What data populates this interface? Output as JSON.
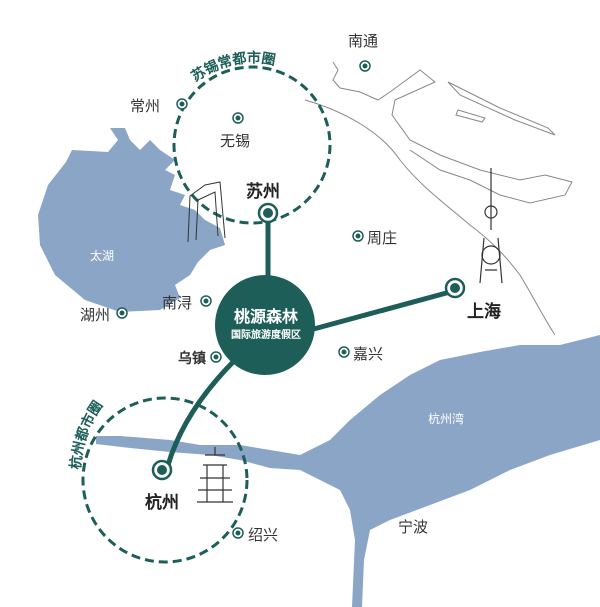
{
  "colors": {
    "teal": "#1d5e58",
    "water": "#8ba5c6",
    "outline": "#888888"
  },
  "center": {
    "title": "桃源森林",
    "subtitle": "国际旅游度假区"
  },
  "regions": {
    "suxichang": "苏锡常都市圈",
    "hangzhou_area": "杭州都市圈"
  },
  "water": {
    "taihu": "太湖",
    "hangzhou_bay": "杭州湾"
  },
  "cities": {
    "nantong": "南通",
    "changzhou": "常州",
    "wuxi": "无锡",
    "suzhou": "苏州",
    "zhouzhuang": "周庄",
    "shanghai": "上海",
    "nanxun": "南浔",
    "huzhou": "湖州",
    "wuzhen": "乌镇",
    "jiaxing": "嘉兴",
    "hangzhou": "杭州",
    "shaoxing": "绍兴",
    "ningbo": "宁波"
  }
}
